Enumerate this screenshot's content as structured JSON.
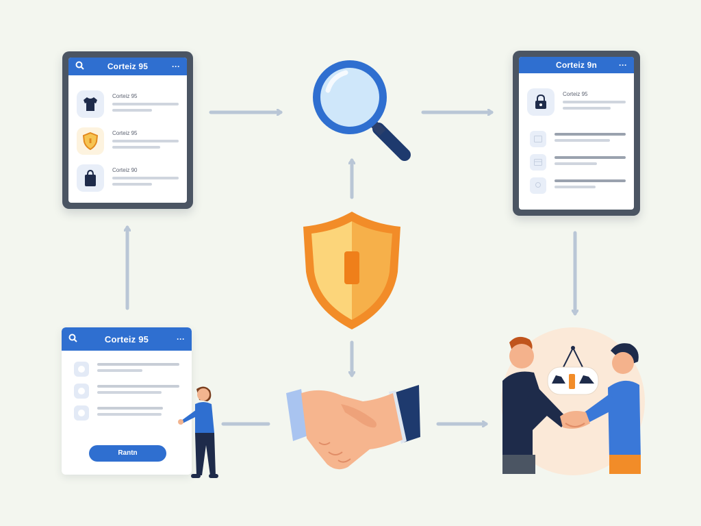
{
  "top_left_tablet": {
    "title": "Corteiz 95",
    "items": [
      {
        "label": "Corteiz 95",
        "icon": "tshirt-icon"
      },
      {
        "label": "Corteiz 95",
        "icon": "shield-icon"
      },
      {
        "label": "Corteiz 90",
        "icon": "bag-icon"
      }
    ]
  },
  "top_right_tablet": {
    "title": "Corteiz 9n",
    "featured_label": "Corteiz 95",
    "icons": [
      "lock-icon",
      "image-icon",
      "card-icon",
      "pin-icon"
    ]
  },
  "bottom_left_panel": {
    "title": "Corteiz 95",
    "button_label": "Rantn"
  },
  "center": {
    "magnifier": "magnifying-glass-icon",
    "shield": "shield-icon",
    "handshake": "handshake-icon"
  },
  "colors": {
    "primary_blue": "#2f6fd0",
    "shield_orange": "#f28c28",
    "shield_yellow": "#fcd57a",
    "arrow_gray": "#b9c6d6"
  }
}
